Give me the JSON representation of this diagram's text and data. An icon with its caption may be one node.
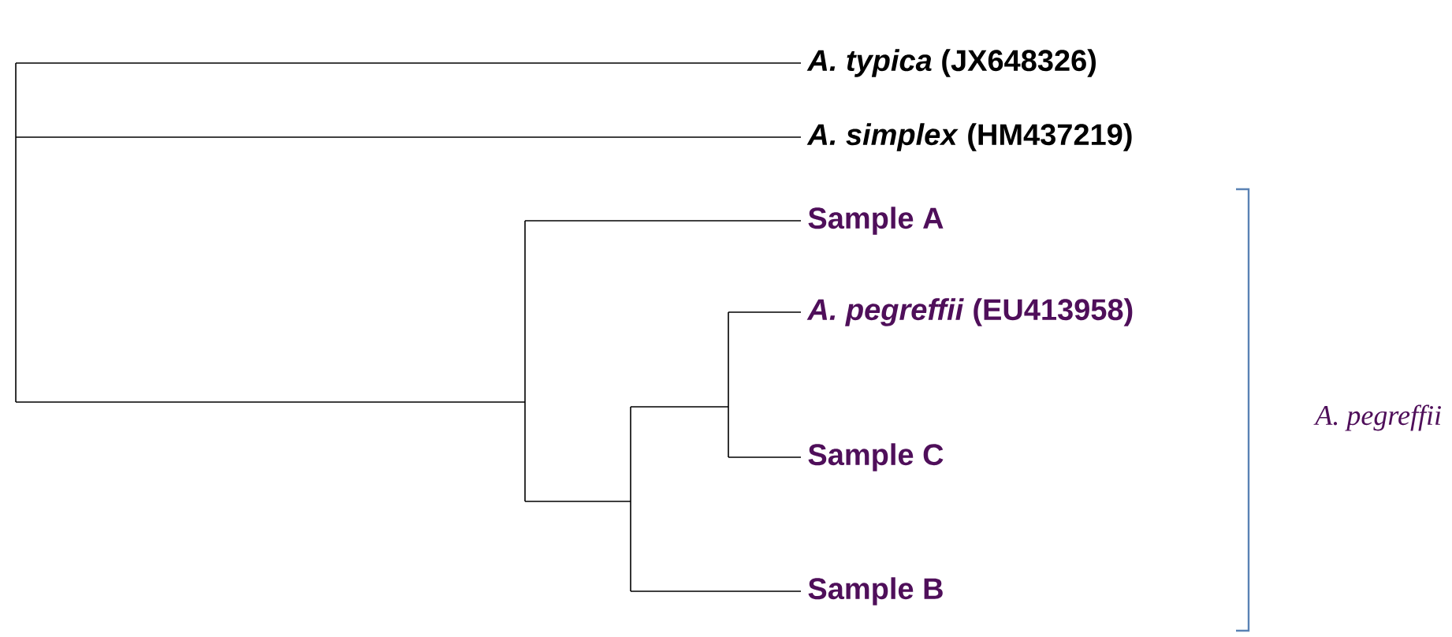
{
  "diagram": {
    "nodes": [
      {
        "text": [
          "*A. typica* (JX648326)"
        ]
      },
      {
        "text": [
          "*A. simplex* (HM437219)"
        ]
      },
      {
        "text": [
          "Sample A"
        ]
      },
      {
        "text": [
          "*A. pegreffii* (EU413958)"
        ]
      },
      {
        "text": [
          "Sample C"
        ]
      },
      {
        "text": [
          "Sample B"
        ]
      }
    ],
    "edges": [
      {
        "from": null,
        "to": 0,
        "arrow": "none"
      },
      {
        "from": null,
        "to": 1,
        "arrow": "none"
      },
      {
        "from": null,
        "to": 2,
        "arrow": "none"
      },
      {
        "from": null,
        "to": 3,
        "arrow": "none"
      },
      {
        "from": null,
        "to": 4,
        "arrow": "none"
      },
      {
        "from": null,
        "to": 5,
        "arrow": "none"
      }
    ],
    "labels": [
      "A. pegreffii"
    ]
  }
}
